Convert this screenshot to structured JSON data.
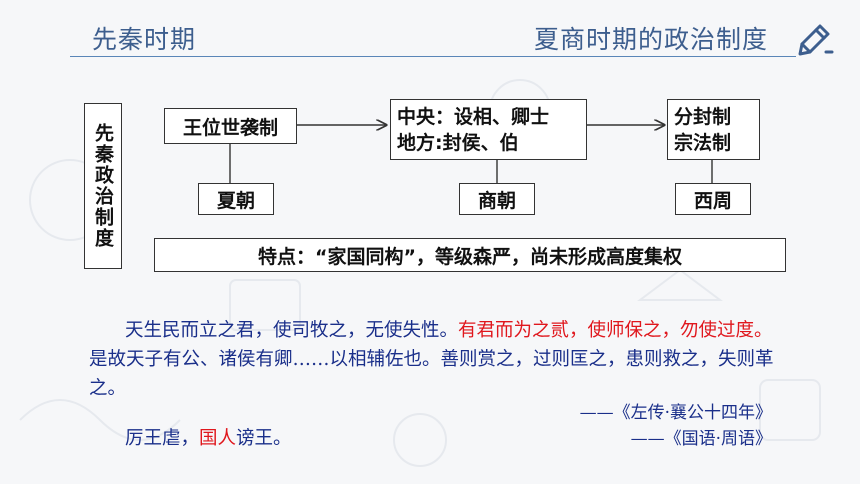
{
  "header": {
    "left_title": "先秦时期",
    "right_title": "夏商时期的政治制度"
  },
  "diagram": {
    "vertical_title": "先秦政治制度",
    "box1": "王位世袭制",
    "box2_line1": "中央：设相、卿士",
    "box2_line2": "地方:封侯、伯",
    "box3_line1": "分封制",
    "box3_line2": "宗法制",
    "label1": "夏朝",
    "label2": "商朝",
    "label3": "西周",
    "feature": "特点：“家国同构”，等级森严，尚未形成高度集权"
  },
  "quote1": {
    "part1": "天生民而立之君，使司牧之，无使失性。",
    "part2_red": "有君而为之贰，使师保之，勿使过度。",
    "part3": "是故天子有公、诸侯有卿……以相辅佐也。善则赏之，过则匡之，患则救之，失则革之。",
    "source": "——《左传·襄公十四年》"
  },
  "quote2": {
    "part1": "厉王虐，",
    "part2_red": "国人",
    "part3": "谤王。",
    "source": "——《国语·周语》"
  },
  "colors": {
    "header": "#3d5e8e",
    "quote_text": "#1a2f8a",
    "highlight": "#e0171d"
  }
}
